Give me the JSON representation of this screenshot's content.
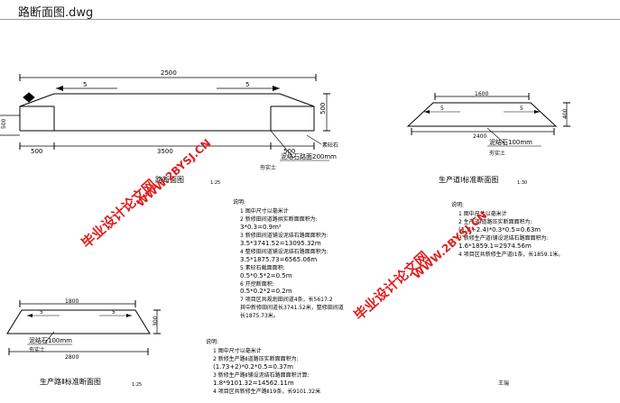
{
  "window": {
    "title": "路断面图.dwg"
  },
  "road_section": {
    "top_width": "2500",
    "total_width": "3500",
    "side_width_left": "500",
    "side_width_right": "500",
    "height": "500",
    "slope_left": "5",
    "slope_right": "5",
    "side_marker": "500",
    "label_curb": "素砼石",
    "label_gravel": "泥结石路面200mm",
    "label_soil": "夯实土",
    "caption": "路断面图",
    "scale": "1:25"
  },
  "production_road_1": {
    "top_width": "1600",
    "bottom_width": "2400",
    "height": "400",
    "slope_left": "5",
    "slope_right": "5",
    "label_gravel": "泥结石100mm",
    "label_soil": "夯实土",
    "caption": "生产道Ⅰ标准断面图",
    "scale": "1:30"
  },
  "production_road_2": {
    "top_width": "1800",
    "bottom_width": "2800",
    "height": "300",
    "slope_left": "5",
    "slope_right": "5",
    "label_gravel": "泥结石100mm",
    "label_soil": "夯实土",
    "caption": "生产路Ⅱ标准断面图",
    "scale": "1:25"
  },
  "notes_main": {
    "heading": "说明:",
    "lines": [
      "1  图中尺寸以毫米计",
      "2  新修田间道路拱实断面面积为:",
      "    3*0.3=0.9m²",
      "3  新修田间道铺设泥结石路面面积为:",
      "    3.5*3741.52=13095.32m",
      "4  整修田间道铺设泥结石路面面积为:",
      "    3.5*1875.73=6565.06m",
      "5  素砼石截面面积:",
      "    0.5*0.5*2=0.5m",
      "6  开挖断面积:",
      "    0.5*0.2*2=0.2m",
      "7  项目区共规划田间道4条，长5617.2",
      "    其中新修田间道长3741.52米，整修田间道",
      "    长1875.73米。"
    ]
  },
  "notes_road1": {
    "heading": "说明:",
    "lines": [
      "1  图中尺寸以毫米计",
      "2  生产道Ⅰ道路压实断面面积为:",
      "    (1.8+2.4)*0.3*0.5=0.63m",
      "3  新修生产道Ⅰ铺设泥结石路面面积为:",
      "    1.6*1859.1=2974.56m",
      "4  项目区共新修生产道Ⅰ1条，长1859.1米。"
    ]
  },
  "notes_road2": {
    "heading": "说明:",
    "lines": [
      "1  图中尺寸以毫米计",
      "2  新修生产路Ⅱ道路压实断面面积为:",
      "    (1.73+2)*0.2*0.5=0.37m",
      "3  新修生产路Ⅱ铺设泥结石路面面积计算:",
      "    1.8*9101.32=14562.11m",
      "4  项目区共新修生产路Ⅱ19条，长9101.32米"
    ],
    "signature": "王瑞"
  },
  "watermark": {
    "text_cn": "毕业设计论文网",
    "text_url": "WWW.2BYSJ.CN",
    "color": "#e02020"
  }
}
